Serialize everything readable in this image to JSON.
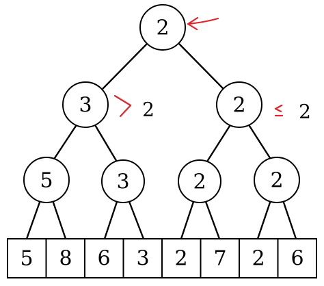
{
  "tree": {
    "root": "2",
    "level1": [
      "3",
      "2"
    ],
    "level2": [
      "5",
      "3",
      "2",
      "2"
    ],
    "leaves": [
      "5",
      "8",
      "6",
      "3",
      "2",
      "7",
      "2",
      "6"
    ]
  },
  "annotations": {
    "greater_symbol": ">",
    "greater_value": "2",
    "lesseq_symbol": "≤",
    "lesseq_value": "2",
    "arrow_color": "#e0252b"
  }
}
